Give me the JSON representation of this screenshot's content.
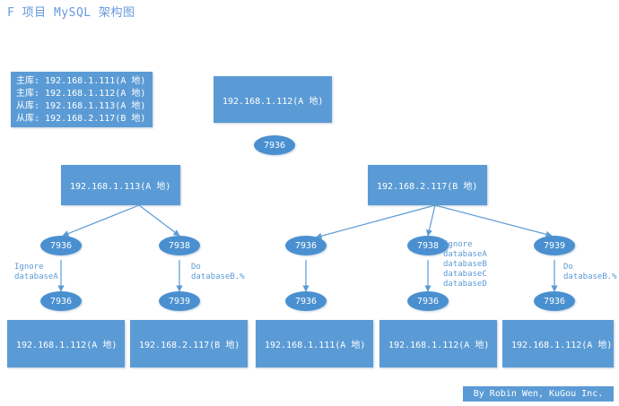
{
  "title": "F 项目 MySQL 架构图",
  "footer": {
    "credit": "By Robin Wen, KuGou Inc."
  },
  "colors": {
    "box_fill": "#5b9bd5",
    "ellipse_fill": "#4a90d0",
    "edge": "#5b9bd5",
    "text_on_fill": "#ffffff",
    "annotation_text": "#5b9bd5",
    "title_text": "#6699dd",
    "background": "#ffffff"
  },
  "legend": {
    "lines": [
      "主库: 192.168.1.111(A 地)",
      "主库: 192.168.1.112(A 地)",
      "从库: 192.168.1.113(A 地)",
      "从库: 192.168.2.117(B 地)"
    ]
  },
  "nodes": {
    "top_box": "192.168.1.112(A 地)",
    "top_port": "7936",
    "left_replica_box": "192.168.1.113(A 地)",
    "right_replica_box": "192.168.2.117(B 地)",
    "ports_mid": {
      "l1": "7936",
      "l2": "7938",
      "r1": "7936",
      "r2": "7938",
      "r3": "7939"
    },
    "ports_bottom": {
      "l1": "7936",
      "l2": "7939",
      "r1": "7936",
      "r2": "7936",
      "r3": "7936"
    },
    "bottom_boxes": [
      "192.168.1.112(A 地)",
      "192.168.2.117(B 地)",
      "192.168.1.111(A 地)",
      "192.168.1.112(A 地)",
      "192.168.1.112(A 地)"
    ]
  },
  "annotations": {
    "left_ignore": "Ignore\ndatabaseA",
    "left_do": "Do\ndatabaseB.%",
    "right_ignore": "Ignore\ndatabaseA\ndatabaseB\ndatabaseC\ndatabaseD",
    "right_do": "Do\ndatabaseB.%"
  }
}
